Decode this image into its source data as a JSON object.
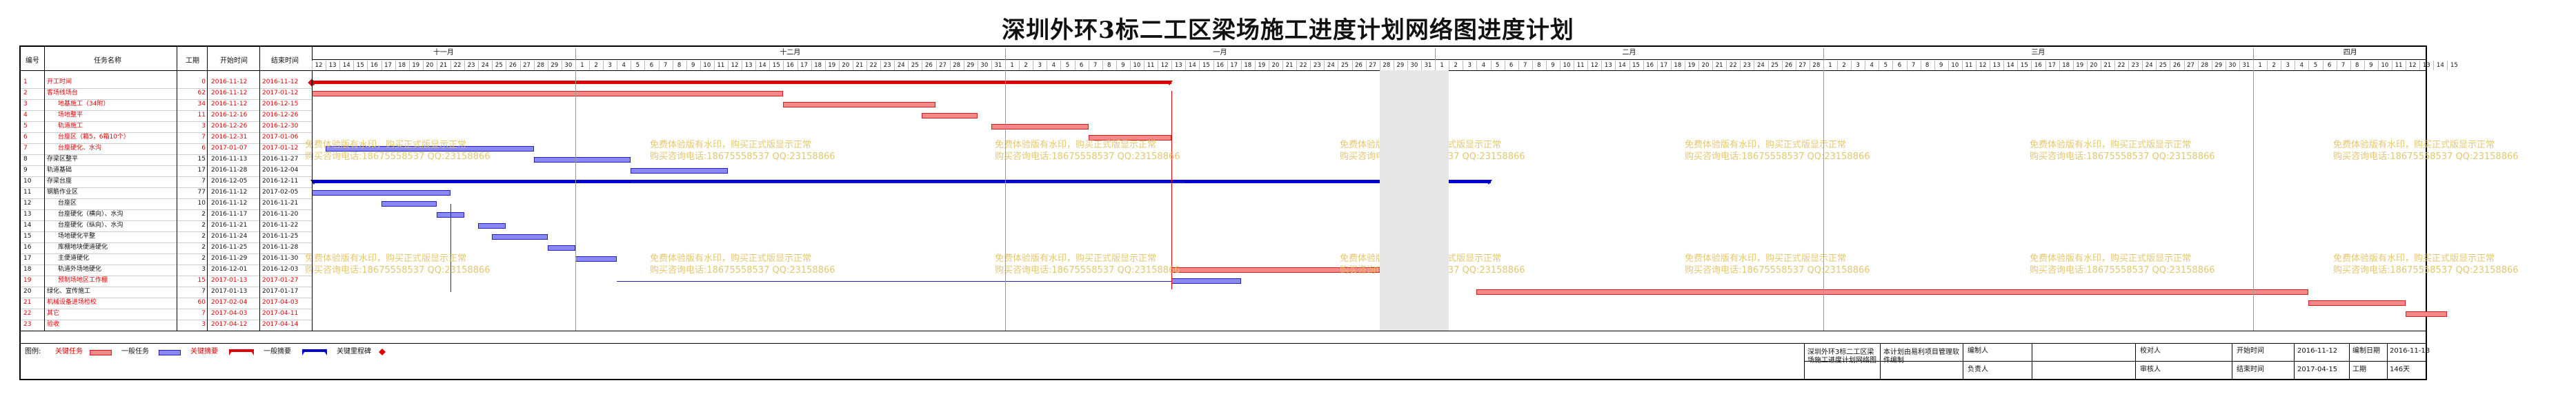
{
  "title": "深圳外环3标二工区梁场施工进度计划网络图进度计划",
  "columns": {
    "no": "编号",
    "name": "任务名称",
    "dur": "工期",
    "start": "开始时间",
    "end": "结束时间"
  },
  "months": [
    "十一月",
    "十二月",
    "一月",
    "二月",
    "三月",
    "四月"
  ],
  "days_nov": [
    "12",
    "13",
    "14",
    "15",
    "16",
    "17",
    "18",
    "19",
    "20",
    "21",
    "22",
    "23",
    "24",
    "25",
    "26",
    "27",
    "28",
    "29",
    "30"
  ],
  "tasks": [
    {
      "no": "1",
      "name": "开工时间",
      "dur": "0",
      "start": "2016-11-12",
      "end": "2016-11-12",
      "color": "red",
      "level": 0
    },
    {
      "no": "2",
      "name": "客场线场台",
      "dur": "62",
      "start": "2016-11-12",
      "end": "2017-01-12",
      "color": "red",
      "level": 0
    },
    {
      "no": "3",
      "name": "地基施工（34附）",
      "dur": "34",
      "start": "2016-11-12",
      "end": "2016-12-15",
      "color": "red",
      "level": 1
    },
    {
      "no": "4",
      "name": "场地整平",
      "dur": "11",
      "start": "2016-12-16",
      "end": "2016-12-26",
      "color": "red",
      "level": 1
    },
    {
      "no": "5",
      "name": "轨道施工",
      "dur": "3",
      "start": "2016-12-26",
      "end": "2016-12-30",
      "color": "red",
      "level": 1
    },
    {
      "no": "6",
      "name": "台座区（箱5，6箱10个）",
      "dur": "7",
      "start": "2016-12-31",
      "end": "2017-01-06",
      "color": "red",
      "level": 1
    },
    {
      "no": "7",
      "name": "台座硬化、水沟",
      "dur": "6",
      "start": "2017-01-07",
      "end": "2017-01-12",
      "color": "red",
      "level": 1
    },
    {
      "no": "8",
      "name": "存梁区整平",
      "dur": "15",
      "start": "2016-11-13",
      "end": "2016-11-27",
      "color": "black",
      "level": 0
    },
    {
      "no": "9",
      "name": "轨道基础",
      "dur": "17",
      "start": "2016-11-28",
      "end": "2016-12-04",
      "color": "black",
      "level": 0
    },
    {
      "no": "10",
      "name": "存梁台座",
      "dur": "7",
      "start": "2016-12-05",
      "end": "2016-12-11",
      "color": "black",
      "level": 0
    },
    {
      "no": "11",
      "name": "钢筋作业区",
      "dur": "77",
      "start": "2016-11-12",
      "end": "2017-02-05",
      "color": "black",
      "level": 0
    },
    {
      "no": "12",
      "name": "台座区",
      "dur": "10",
      "start": "2016-11-12",
      "end": "2016-11-21",
      "color": "black",
      "level": 1
    },
    {
      "no": "13",
      "name": "台座硬化（横向）、水沟",
      "dur": "2",
      "start": "2016-11-17",
      "end": "2016-11-20",
      "color": "black",
      "level": 1
    },
    {
      "no": "14",
      "name": "台座硬化（纵向）、水沟",
      "dur": "2",
      "start": "2016-11-21",
      "end": "2016-11-22",
      "color": "black",
      "level": 1
    },
    {
      "no": "15",
      "name": "场地硬化平整",
      "dur": "2",
      "start": "2016-11-24",
      "end": "2016-11-25",
      "color": "black",
      "level": 1
    },
    {
      "no": "16",
      "name": "库棚地块便道硬化",
      "dur": "2",
      "start": "2016-11-25",
      "end": "2016-11-28",
      "color": "black",
      "level": 1
    },
    {
      "no": "17",
      "name": "主便道硬化",
      "dur": "2",
      "start": "2016-11-29",
      "end": "2016-11-30",
      "color": "black",
      "level": 1
    },
    {
      "no": "18",
      "name": "轨道外场地硬化",
      "dur": "3",
      "start": "2016-12-01",
      "end": "2016-12-03",
      "color": "black",
      "level": 1
    },
    {
      "no": "19",
      "name": "预制场地区工作棚",
      "dur": "15",
      "start": "2017-01-13",
      "end": "2017-01-27",
      "color": "red",
      "level": 1
    },
    {
      "no": "20",
      "name": "绿化、宣传施工",
      "dur": "7",
      "start": "2017-01-13",
      "end": "2017-01-17",
      "color": "black",
      "level": 0
    },
    {
      "no": "21",
      "name": "机械设备进场检校",
      "dur": "60",
      "start": "2017-02-04",
      "end": "2017-04-03",
      "color": "red",
      "level": 0
    },
    {
      "no": "22",
      "name": "其它",
      "dur": "7",
      "start": "2017-04-03",
      "end": "2017-04-11",
      "color": "red",
      "level": 0
    },
    {
      "no": "23",
      "name": "验收",
      "dur": "3",
      "start": "2017-04-12",
      "end": "2017-04-14",
      "color": "red",
      "level": 0
    }
  ],
  "bars": [
    {
      "type": "sum-red",
      "start": 0,
      "len": 62
    },
    {
      "type": "red",
      "start": 0,
      "len": 34
    },
    {
      "type": "red",
      "start": 34,
      "len": 11
    },
    {
      "type": "red",
      "start": 44,
      "len": 4
    },
    {
      "type": "red",
      "start": 49,
      "len": 7
    },
    {
      "type": "red",
      "start": 56,
      "len": 6
    },
    {
      "type": "blue",
      "start": 1,
      "len": 15
    },
    {
      "type": "blue",
      "start": 16,
      "len": 7
    },
    {
      "type": "blue",
      "start": 23,
      "len": 7
    },
    {
      "type": "sum-blue",
      "start": 0,
      "len": 85
    },
    {
      "type": "blue",
      "start": 0,
      "len": 10
    },
    {
      "type": "blue",
      "start": 5,
      "len": 4
    },
    {
      "type": "blue",
      "start": 9,
      "len": 2
    },
    {
      "type": "blue",
      "start": 12,
      "len": 2
    },
    {
      "type": "blue",
      "start": 13,
      "len": 4
    },
    {
      "type": "blue",
      "start": 17,
      "len": 2
    },
    {
      "type": "blue",
      "start": 19,
      "len": 3
    },
    {
      "type": "red",
      "start": 62,
      "len": 15
    },
    {
      "type": "blue",
      "start": 62,
      "len": 5
    },
    {
      "type": "red",
      "start": 84,
      "len": 60
    },
    {
      "type": "red",
      "start": 144,
      "len": 7
    },
    {
      "type": "red",
      "start": 151,
      "len": 3
    }
  ],
  "watermark_line1": "免费体验版有水印，购买正式版显示正常",
  "watermark_line2": "购买咨询电话:18675558537 QQ:23158866",
  "legend": {
    "label": "图例:",
    "critical": "关键任务",
    "normal": "一般任务",
    "critical_summary": "关键摘要",
    "normal_summary": "一般摘要",
    "critical_milestone": "关键里程碑"
  },
  "footer": {
    "project": "深圳外环3标二工区梁场施工进度计划网络图",
    "unit": "本计划由易利项目管理软件编制",
    "editor": "编制人",
    "checker": "校对人",
    "leader": "负责人",
    "reviewer": "审核人",
    "start_label": "开始时间",
    "start_value": "2016-11-12",
    "date_label": "编制日期",
    "date_value": "2016-11-18",
    "end_label": "结束时间",
    "end_value": "2017-04-15",
    "dur_label": "工期",
    "dur_value": "146天"
  }
}
